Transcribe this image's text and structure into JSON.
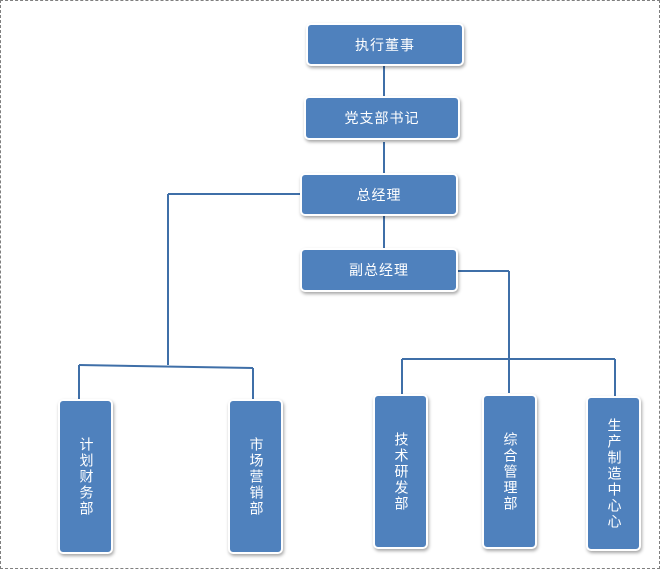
{
  "chart": {
    "accent_color": "#4f81bd",
    "line_color": "#3f6fa8",
    "nodes": {
      "executive_director": "执行董事",
      "party_secretary": "党支部书记",
      "general_manager": "总经理",
      "deputy_general_manager": "副总经理",
      "planning_finance": "计划财务部",
      "marketing": "市场营销部",
      "tech_rnd": "技术研发部",
      "general_management": "综合管理部",
      "manufacturing_center": "生产制造中心心"
    }
  }
}
